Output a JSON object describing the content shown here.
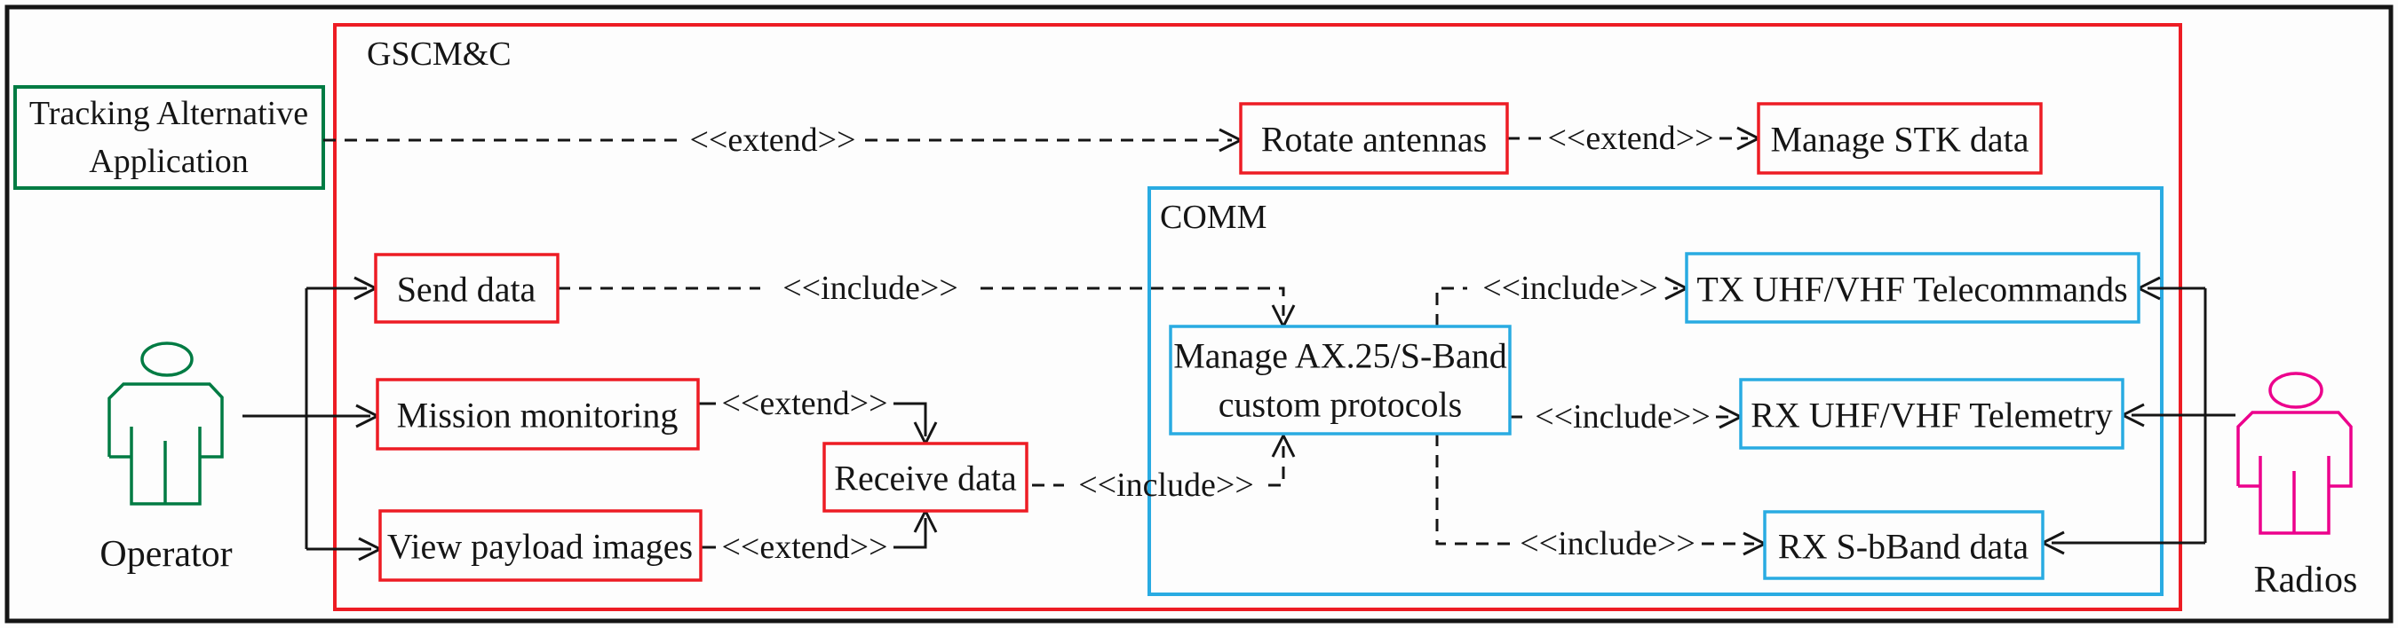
{
  "colors": {
    "red": "#ed1c24",
    "cyan": "#29abe2",
    "green": "#007b43",
    "magenta": "#ec008c",
    "line": "#151515",
    "background": "#fdfdfd"
  },
  "frames": {
    "gscmc": {
      "label": "GSCM&C"
    },
    "comm": {
      "label": "COMM"
    }
  },
  "actors": {
    "operator": {
      "label": "Operator"
    },
    "radios": {
      "label": "Radios"
    }
  },
  "external_system": {
    "line1": "Tracking Alternative",
    "line2": "Application"
  },
  "use_cases": {
    "send_data": {
      "label": "Send data"
    },
    "mission_monitoring": {
      "label": "Mission monitoring"
    },
    "view_payload_images": {
      "label": "View payload images"
    },
    "receive_data": {
      "label": "Receive data"
    },
    "rotate_antennas": {
      "label": "Rotate antennas"
    },
    "manage_stk_data": {
      "label": "Manage STK data"
    },
    "manage_ax25": {
      "line1": "Manage AX.25/S-Band",
      "line2": "custom protocols"
    },
    "tx_uhf_vhf_telecommands": {
      "label": "TX UHF/VHF Telecommands"
    },
    "rx_uhf_vhf_telemetry": {
      "label": "RX UHF/VHF Telemetry"
    },
    "rx_s_bband_data": {
      "label": "RX S-bBand data"
    }
  },
  "stereotypes": {
    "extend": "<<extend>>",
    "include": "<<include>>"
  },
  "relationships": [
    {
      "from": "Tracking Alternative Application",
      "to": "Rotate antennas",
      "type": "extend",
      "style": "dashed"
    },
    {
      "from": "Rotate antennas",
      "to": "Manage STK data",
      "type": "extend",
      "style": "dashed"
    },
    {
      "from": "Send data",
      "to": "Manage AX.25/S-Band custom protocols",
      "type": "include",
      "style": "dashed"
    },
    {
      "from": "Mission monitoring",
      "to": "Receive data",
      "type": "extend",
      "style": "solid"
    },
    {
      "from": "View payload images",
      "to": "Receive data",
      "type": "extend",
      "style": "solid"
    },
    {
      "from": "Receive data",
      "to": "Manage AX.25/S-Band custom protocols",
      "type": "include",
      "style": "dashed"
    },
    {
      "from": "Manage AX.25/S-Band custom protocols",
      "to": "TX UHF/VHF Telecommands",
      "type": "include",
      "style": "dashed"
    },
    {
      "from": "Manage AX.25/S-Band custom protocols",
      "to": "RX UHF/VHF Telemetry",
      "type": "include",
      "style": "dashed"
    },
    {
      "from": "Manage AX.25/S-Band custom protocols",
      "to": "RX S-bBand data",
      "type": "include",
      "style": "dashed"
    },
    {
      "from": "Operator",
      "to": "Send data",
      "type": "association",
      "style": "solid"
    },
    {
      "from": "Operator",
      "to": "Mission monitoring",
      "type": "association",
      "style": "solid"
    },
    {
      "from": "Operator",
      "to": "View payload images",
      "type": "association",
      "style": "solid"
    },
    {
      "from": "Radios",
      "to": "TX UHF/VHF Telecommands",
      "type": "association",
      "style": "solid"
    },
    {
      "from": "Radios",
      "to": "RX UHF/VHF Telemetry",
      "type": "association",
      "style": "solid"
    },
    {
      "from": "Radios",
      "to": "RX S-bBand data",
      "type": "association",
      "style": "solid"
    }
  ]
}
